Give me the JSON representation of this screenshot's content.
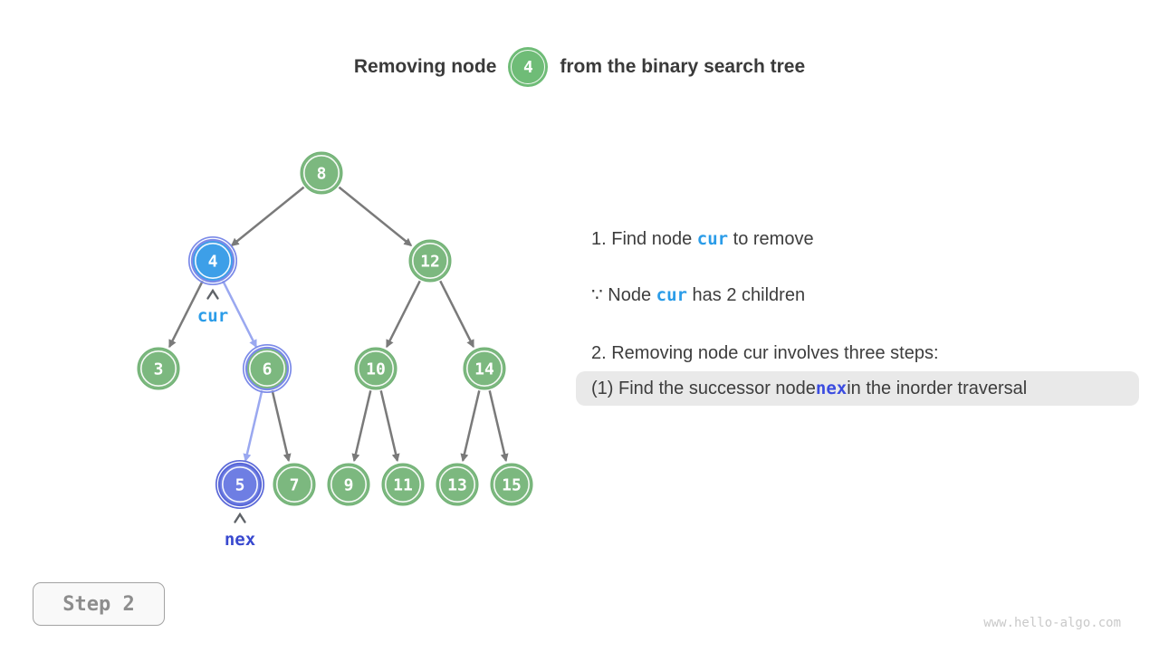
{
  "title": {
    "prefix": "Removing node",
    "node_value": "4",
    "suffix": "from the binary search tree"
  },
  "tree": {
    "nodes": [
      {
        "id": "8",
        "value": "8",
        "style": "green"
      },
      {
        "id": "4",
        "value": "4",
        "style": "cur"
      },
      {
        "id": "12",
        "value": "12",
        "style": "green"
      },
      {
        "id": "3",
        "value": "3",
        "style": "green"
      },
      {
        "id": "6",
        "value": "6",
        "style": "green-outline"
      },
      {
        "id": "10",
        "value": "10",
        "style": "green"
      },
      {
        "id": "14",
        "value": "14",
        "style": "green"
      },
      {
        "id": "5",
        "value": "5",
        "style": "nex"
      },
      {
        "id": "7",
        "value": "7",
        "style": "green"
      },
      {
        "id": "9",
        "value": "9",
        "style": "green"
      },
      {
        "id": "11",
        "value": "11",
        "style": "green"
      },
      {
        "id": "13",
        "value": "13",
        "style": "green"
      },
      {
        "id": "15",
        "value": "15",
        "style": "green"
      }
    ],
    "edges": [
      {
        "from": "8",
        "to": "4",
        "style": "gray"
      },
      {
        "from": "8",
        "to": "12",
        "style": "gray"
      },
      {
        "from": "4",
        "to": "3",
        "style": "gray"
      },
      {
        "from": "4",
        "to": "6",
        "style": "blue"
      },
      {
        "from": "12",
        "to": "10",
        "style": "gray"
      },
      {
        "from": "12",
        "to": "14",
        "style": "gray"
      },
      {
        "from": "6",
        "to": "5",
        "style": "blue"
      },
      {
        "from": "6",
        "to": "7",
        "style": "gray"
      },
      {
        "from": "10",
        "to": "9",
        "style": "gray"
      },
      {
        "from": "10",
        "to": "11",
        "style": "gray"
      },
      {
        "from": "14",
        "to": "13",
        "style": "gray"
      },
      {
        "from": "14",
        "to": "15",
        "style": "gray"
      }
    ],
    "pointers": [
      {
        "label": "cur",
        "target": "4",
        "color": "#2b9ce8"
      },
      {
        "label": "nex",
        "target": "5",
        "color": "#3949cf"
      }
    ]
  },
  "notes": {
    "line1": {
      "pre": "1. Find node ",
      "token": "cur",
      "post": " to remove"
    },
    "line2": {
      "pre": "∵ Node ",
      "token": "cur",
      "post": " has 2 children"
    },
    "line3": "2. Removing node cur involves three steps:",
    "highlight": {
      "pre": "(1) Find the successor node ",
      "token": "nex",
      "post": " in the inorder traversal"
    }
  },
  "step_badge": "Step 2",
  "watermark": "www.hello-algo.com",
  "colors": {
    "node_green": "#7cb87f",
    "node_green_edge": "#6fb073",
    "node_cur_fill": "#3d9fe8",
    "node_nex_fill": "#6e7ee3",
    "highlight_ring": "#7b8ae8",
    "nex_ring": "#5a68d8",
    "edge_gray": "#7a7a7a",
    "edge_blue": "#9aa8f0",
    "pointer_arrow": "#5f6368",
    "text_dark": "#3d3d3d",
    "pill_bg": "#e9e9e9"
  }
}
